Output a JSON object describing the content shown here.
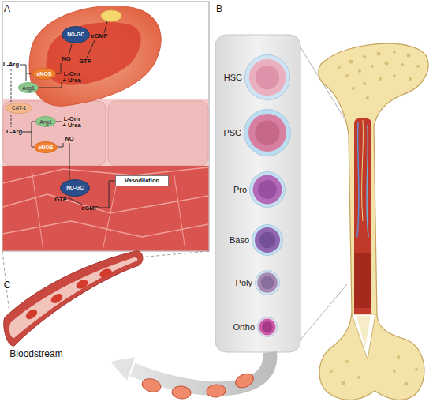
{
  "diagram": {
    "nodes": [
      {
        "text": [
          "NO-GC"
        ]
      },
      {
        "text": [
          "eNOS"
        ]
      },
      {
        "text": [
          "Arg1"
        ]
      },
      {
        "text": [
          "CAT-1"
        ]
      },
      {
        "text": [
          "Arg1"
        ]
      },
      {
        "text": [
          "eNOS"
        ]
      },
      {
        "text": [
          "NO-GC"
        ]
      },
      {
        "text": [
          "Vasodilation"
        ]
      },
      {
        "text": [
          "HSC"
        ]
      },
      {
        "text": [
          "PSC"
        ]
      },
      {
        "text": [
          "Pro"
        ]
      },
      {
        "text": [
          "Baso"
        ]
      },
      {
        "text": [
          "Poly"
        ]
      },
      {
        "text": [
          "Ortho"
        ]
      }
    ],
    "labels": [
      "A",
      "L-Arg",
      "cGMP",
      "NO",
      "GTP",
      "L-Orn + Urea",
      "L-Arg",
      "L-Orn + Urea",
      "NO",
      "GTP",
      "cGMP",
      "B",
      "C",
      "Bloodstream"
    ]
  }
}
